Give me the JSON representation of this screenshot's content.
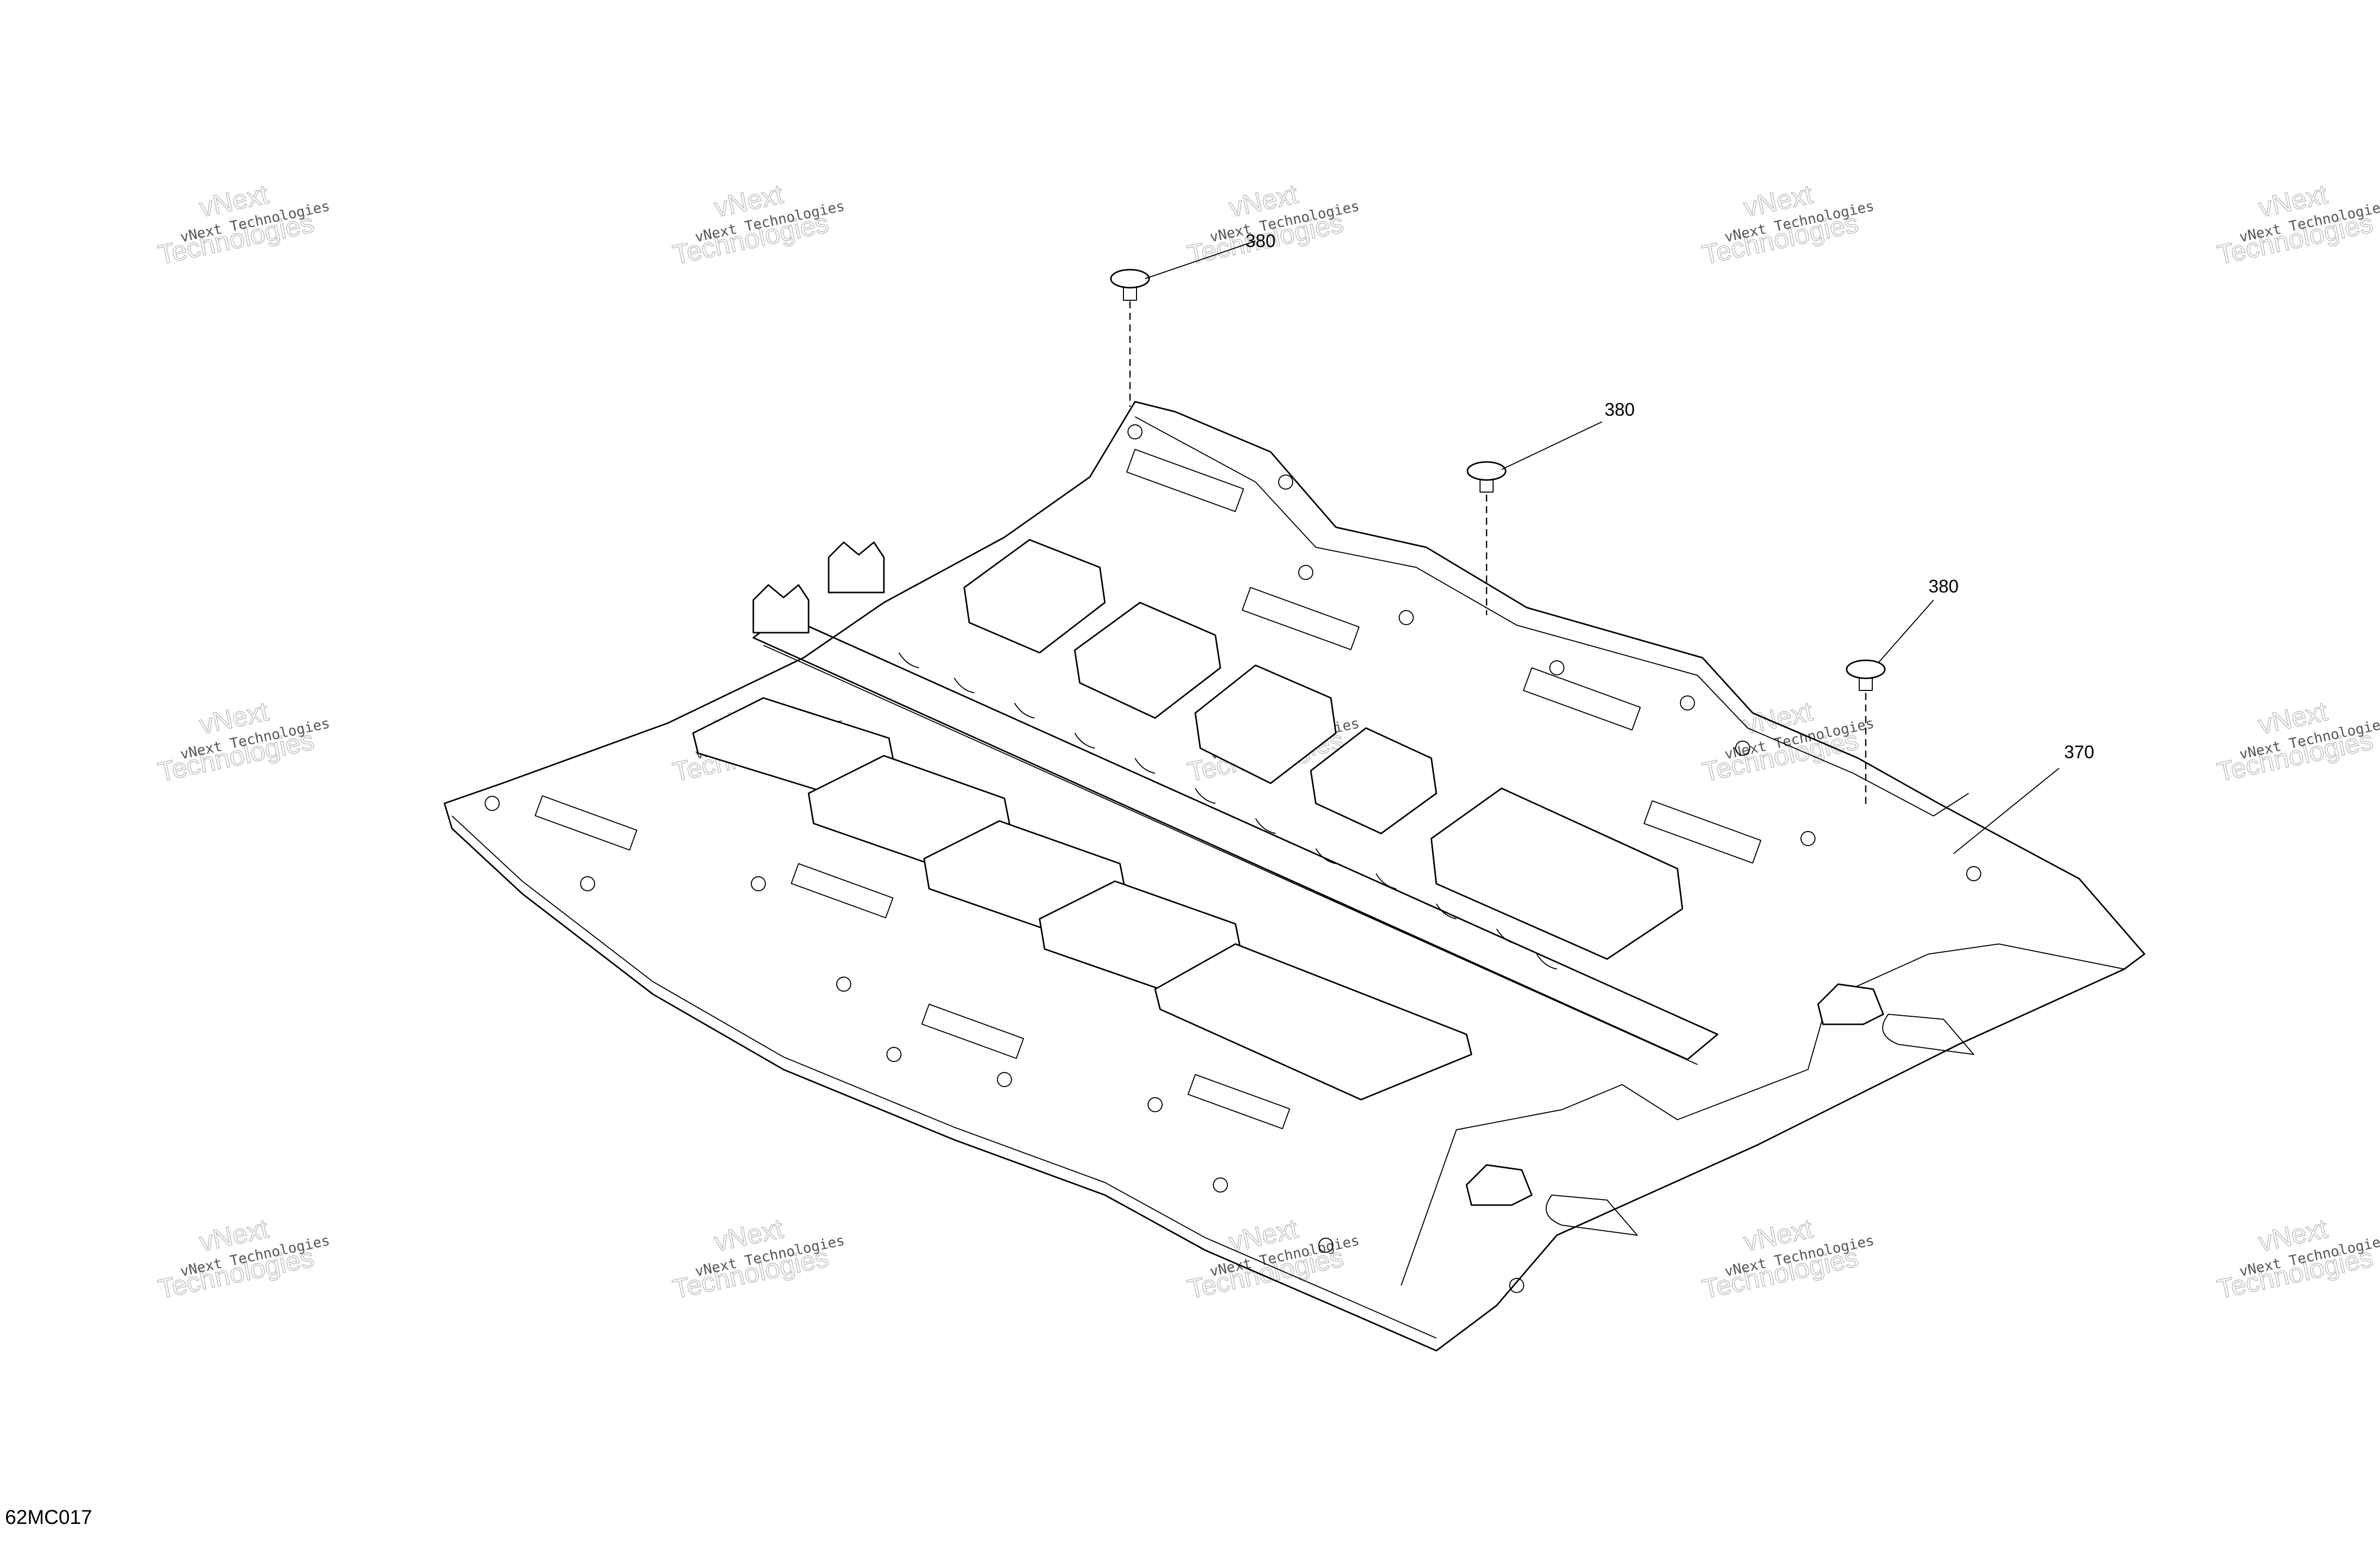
{
  "diagram": {
    "drawing_code": "62MC017",
    "callouts": [
      {
        "label": "380",
        "part": "screw-1"
      },
      {
        "label": "380",
        "part": "screw-2"
      },
      {
        "label": "380",
        "part": "screw-3"
      },
      {
        "label": "370",
        "part": "skid-plate"
      }
    ],
    "watermark": {
      "small_text": "vNext Technologies",
      "big_line1": "vNext",
      "big_line2": "Technologies"
    }
  }
}
